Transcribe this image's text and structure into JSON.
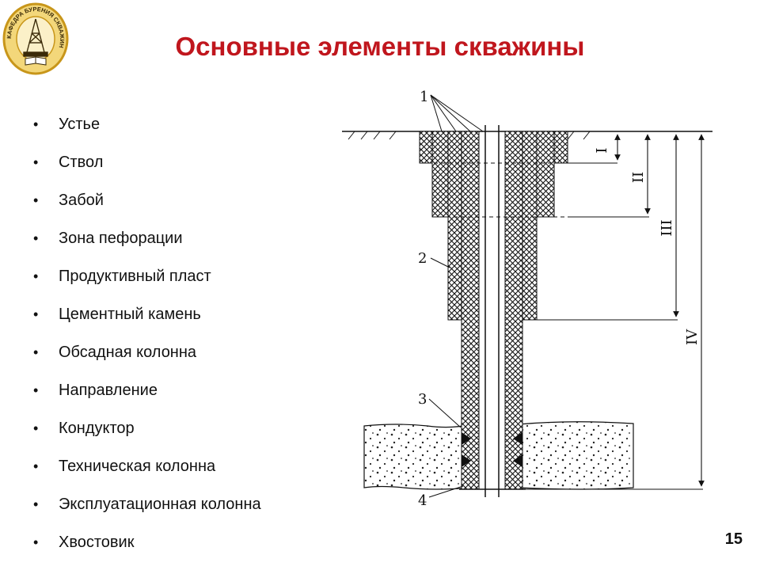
{
  "header": {
    "title": "Основные элементы скважины",
    "logo_text": "КАФЕДРА БУРЕНИЯ СКВАЖИН"
  },
  "bullets": [
    "Устье",
    "Ствол",
    "Забой",
    "Зона пефорации",
    "Продуктивный пласт",
    "Цементный камень",
    "Обсадная колонна",
    "Направление",
    "Кондуктор",
    "Техническая колонна",
    "Эксплуатационная колонна",
    "Хвостовик"
  ],
  "diagram": {
    "callouts": [
      "1",
      "2",
      "3",
      "4"
    ],
    "depth_labels": [
      "I",
      "II",
      "III",
      "IV"
    ]
  },
  "footer": {
    "page_number": "15"
  },
  "colors": {
    "title": "#c0161d",
    "logo_ring": "#d9a91c",
    "ink": "#111111"
  }
}
